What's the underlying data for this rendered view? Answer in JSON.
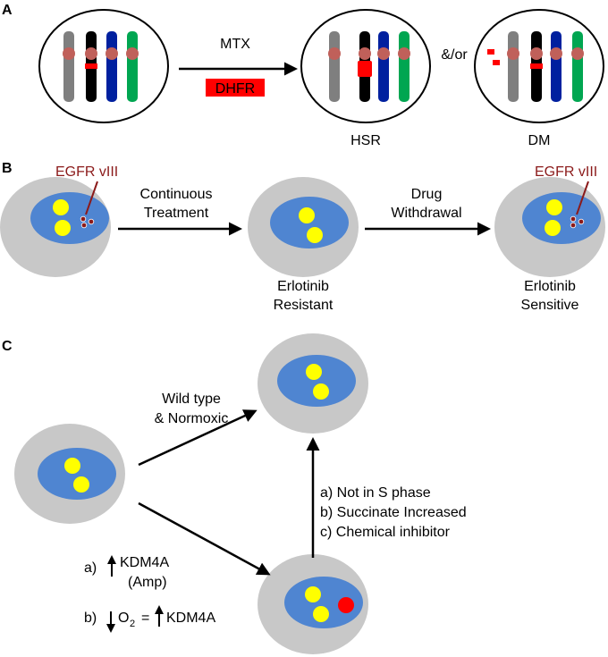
{
  "panel_a": {
    "label": "A",
    "arrow_label": "MTX",
    "gene_box": "DHFR",
    "hsr_label": "HSR",
    "andor_label": "&/or",
    "dm_label": "DM"
  },
  "panel_b": {
    "label": "B",
    "egfr_left": "EGFR vIII",
    "egfr_right": "EGFR vIII",
    "step1_line1": "Continuous",
    "step1_line2": "Treatment",
    "step2_line1": "Drug",
    "step2_line2": "Withdrawal",
    "mid_line1": "Erlotinib",
    "mid_line2": "Resistant",
    "right_line1": "Erlotinib",
    "right_line2": "Sensitive"
  },
  "panel_c": {
    "label": "C",
    "wt_line1": "Wild type",
    "wt_line2": "& Normoxic",
    "cond_a": "a) Not in S phase",
    "cond_b": "b) Succinate Increased",
    "cond_c": "c) Chemical inhibitor",
    "a_prefix": "a)",
    "a_gene": "KDM4A",
    "a_amp": "(Amp)",
    "b_prefix": "b)",
    "b_o2": "O",
    "b_o2_sub": "2",
    "b_eq": "=",
    "b_gene": "KDM4A"
  },
  "colors": {
    "cell": "#c8c8c8",
    "nucleus": "#4f85d1",
    "nucleolus": "#ffff00",
    "red": "#ff0000",
    "dark_red": "#8b1a1a",
    "chrom_gray": "#7f7f7f",
    "chrom_black": "#000000",
    "chrom_blue": "#00209f",
    "chrom_green": "#00a651",
    "centromere": "#c0605a"
  }
}
